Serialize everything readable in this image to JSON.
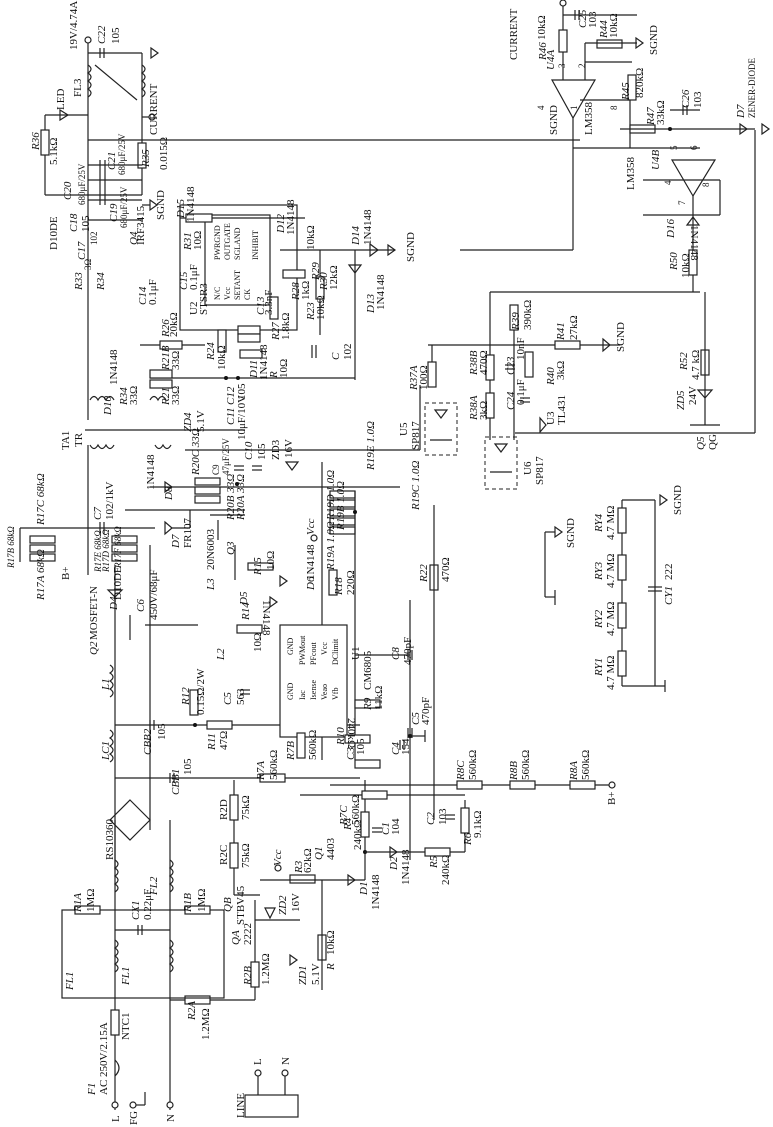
{
  "title": "Switching power supply schematic (19V/4.74A adapter)",
  "output": {
    "voltage_rating": "19V/4.74A",
    "current_node": "CURRENT",
    "current_arrow_label": "CURRENT",
    "zener_label": "ZENER-DIODE",
    "zener_ref": "D7"
  },
  "ground_labels": {
    "sgnd": "SGND"
  },
  "supply_nodes": {
    "vcc": "Vcc",
    "bplus": "B+"
  },
  "input": {
    "line_block": "LINE",
    "L": "L",
    "N": "N",
    "FG": "FG",
    "fuse_ref": "F1",
    "fuse_value": "AC 250V/2.15A",
    "ntc": "NTC1",
    "filter1": "FL1",
    "filter1_box": "FL1",
    "filter2": "FL2",
    "bridge": "RS10360",
    "cx1_ref": "CX1",
    "cx1_value": "0.22μF",
    "r1a_ref": "R1A",
    "r1a_value": "1MΩ",
    "r1b_ref": "R1B",
    "r1b_value": "1MΩ",
    "r2a_ref": "R2A",
    "r2a_value": "1.2MΩ",
    "r2b_ref": "R2B",
    "r2b_value": "1.2MΩ"
  },
  "pfc": {
    "lc1": "LC1",
    "l1": "L1",
    "l2": "L2",
    "l3": "L3",
    "cbb1_ref": "CBB1",
    "cbb1_value": "105",
    "cbb2_ref": "CBB2",
    "cbb2_value": "105",
    "r12_ref": "R12",
    "r12_value": "0.15Ω/2W",
    "r11_ref": "R11",
    "r11_value": "47Ω",
    "c5_ref": "C5",
    "c5_value": "563",
    "r14_ref": "R14",
    "r14_value": "10Ω",
    "q2_ref": "Q2",
    "q2_type": "MOSFET-N",
    "d4_ref": "D4",
    "d4_type": "D10DE",
    "c6_ref": "C6",
    "c6_value": "450V/68μF",
    "d5_ref": "D5",
    "d5_type": "1N4148"
  },
  "controller": {
    "ref": "U1",
    "part": "CM6805",
    "pins_left": [
      "GND",
      "Iac",
      "Isense",
      "Veao",
      "Vfb"
    ],
    "pins_right": [
      "GND",
      "PWMout",
      "PFcout",
      "Vcc",
      "DClimit"
    ],
    "r9_ref": "R9",
    "r9_value": "11kΩ",
    "r10_ref": "R10",
    "r10_value": "240kΩ",
    "c3_ref": "C3",
    "c3_value": "105",
    "c4_ref": "C4",
    "c4_value": "154",
    "c5b_ref": "C5",
    "c5b_value": "470pF",
    "c8_ref": "C8",
    "c8_value": "470pF",
    "r7a_ref": "R7A",
    "r7a_value": "560kΩ",
    "r7b_ref": "R7B",
    "r7b_value": "560kΩ",
    "r7c_ref": "R7C",
    "r7c_value": "560kΩ",
    "r18_ref": "R18",
    "r18_value": "220Ω",
    "r22_ref": "R22",
    "r22_value": "470Ω",
    "r15_ref": "R15",
    "r15_value": "10Ω",
    "d6_ref": "D6",
    "d6_type": "1N4148"
  },
  "startup": {
    "r2c_ref": "R2C",
    "r2c_value": "75kΩ",
    "r2d_ref": "R2D",
    "r2d_value": "75kΩ",
    "qb_ref": "QB",
    "qb_type": "STBV45",
    "qa_ref": "QA",
    "qa_type": "2222",
    "zd1_ref": "ZD1",
    "zd1_value": "5.1V",
    "zd2_ref": "ZD2",
    "zd2_value": "16V",
    "r3_ref": "R3",
    "r3_value": "62kΩ",
    "r_ref": "R",
    "r_value": "10kΩ",
    "q1_ref": "Q1",
    "q1_type": "4403",
    "r4_ref": "R4",
    "r4_value": "240kΩ",
    "c1_ref": "C1",
    "c1_value": "104",
    "d1_ref": "D1",
    "d1_type": "1N4148",
    "d2_ref": "D2",
    "d2_type": "1N4148",
    "r5_ref": "R5",
    "r5_value": "240kΩ",
    "c2_ref": "C2",
    "c2_value": "103",
    "r6_ref": "R6",
    "r6_value": "9.1kΩ",
    "r8a_ref": "R8A",
    "r8a_value": "560kΩ",
    "r8b_ref": "R8B",
    "r8b_value": "560kΩ",
    "r8c_ref": "R8C",
    "r8c_value": "560kΩ"
  },
  "forward": {
    "transformer": "TA1",
    "transformer_type": "TR",
    "c7_ref": "C7",
    "c7_value": "102/1kV",
    "d7_ref": "D7",
    "d7_type": "FR107",
    "r17_labels": [
      "R17A 68kΩ",
      "R17B 68kΩ",
      "R17C 68kΩ",
      "R17D 68kΩ",
      "R17E 68kΩ",
      "R17F 68kΩ"
    ],
    "q3_ref": "Q3",
    "q3_type": "20N6003",
    "d8_ref": "D8",
    "d8_type": "1N4148",
    "r20_labels": [
      "R20C 33Ω",
      "R20B 33Ω",
      "R20A 33Ω"
    ],
    "c9_ref": "C9",
    "c9_value": "47μF/25V",
    "c10_ref": "C10",
    "c10_value": "105",
    "c11_ref": "C11",
    "c11_value": "10μF/10V",
    "zd3_ref": "ZD3",
    "zd3_value": "16V",
    "zd4_ref": "ZD4",
    "zd4_value": "5.1V",
    "r19_labels": [
      "R19A 1.0Ω",
      "R19B 1.0Ω",
      "R19C 1.0Ω",
      "R19D 1.0Ω",
      "R19E 1.0Ω"
    ]
  },
  "secondary": {
    "d9_ref": "D9",
    "d9_type": "D10DE",
    "c17_ref": "C17",
    "c17_value": "102",
    "c18_ref": "C18",
    "c18_value": "105",
    "c19_ref": "C19",
    "c19_value": "680μF/25V",
    "c20_ref": "C20",
    "c20_value": "680μF/25V",
    "c21_ref": "C21",
    "c21_value": "680μF/25V",
    "c22_ref": "C22",
    "c22_value": "105",
    "fl3": "FL3",
    "r35_ref": "R35",
    "r35_value": "0.015Ω",
    "r36_ref": "R36",
    "r36_value": "5.1kΩ",
    "led": "LED",
    "q4_ref": "Q4",
    "q4_type": "IRF3415",
    "r33_ref": "R33",
    "r33_value": "3Ω",
    "r34_ref": "R34",
    "r34_value": "33Ω",
    "d15_ref": "D15",
    "d15_type": "1N4148"
  },
  "sync_rect": {
    "u2_ref": "U2",
    "u2_part": "STSR3",
    "pins_left": [
      "N/C",
      "Vcc",
      "SETANT",
      "CK"
    ],
    "pins_right": [
      "PWRGND",
      "OUTGATE",
      "SGLAND",
      "INHIBIT"
    ],
    "c14_ref": "C14",
    "c14_value": "0.1μF",
    "c15_ref": "C15",
    "c15_value": "0.1μF",
    "r31_ref": "R31",
    "r31_value": "10Ω",
    "r26_ref": "R26",
    "r26_value": "20kΩ",
    "r21b_ref": "R21B",
    "r21b_value": "33Ω",
    "r21_ref": "R21",
    "r21_value": "33Ω",
    "r24_ref": "R24",
    "r24_value": "10kΩ",
    "c12_ref": "C12",
    "c12_value": "105",
    "c13_ref": "C13",
    "c13_value": "3.3nF",
    "r28_ref": "R28",
    "r28_value": "1kΩ",
    "r29_ref": "R29",
    "r29_value": "10kΩ",
    "r30_ref": "R30",
    "r30_value": "12kΩ",
    "r23_ref": "R23",
    "r23_value": "10kΩ",
    "r27_ref": "R27",
    "r27_value": "1.8kΩ",
    "r_ref": "R",
    "r_value": "10Ω",
    "c_ref": "C",
    "c_value": "102",
    "d10_ref": "D10",
    "d10_type": "1N4148",
    "d11_ref": "D11",
    "d11_type": "1N4148",
    "d12_ref": "D12",
    "d12_type": "1N4148",
    "d13_ref": "D13",
    "d13_type": "1N4148",
    "d14_ref": "D14",
    "d14_type": "1N4148"
  },
  "feedback": {
    "u4a_ref": "U4A",
    "u4a_part": "LM358",
    "u4b_ref": "U4B",
    "u4b_part": "LM358",
    "pins": {
      "u4a_plus": "3",
      "u4a_minus": "2",
      "u4a_out": "1",
      "u4a_gnd": "4",
      "u4a_vcc": "8",
      "u4b_plus": "5",
      "u4b_minus": "6",
      "u4b_out": "7",
      "u4b_gnd": "4",
      "u4b_vcc": "8"
    },
    "r46_ref": "R46",
    "r46_value": "10kΩ",
    "c25_ref": "C25",
    "c25_value": "103",
    "r44_ref": "R44",
    "r44_value": "10kΩ",
    "r45_ref": "R45",
    "r45_value": "820kΩ",
    "r47_ref": "R47",
    "r47_value": "33kΩ",
    "c26_ref": "C26",
    "c26_value": "103",
    "d16_ref": "D16",
    "d16_type": "1N4148",
    "r50_ref": "R50",
    "r50_value": "10kΩ",
    "r39_ref": "R39",
    "r39_value": "390kΩ",
    "r41_ref": "R41",
    "r41_value": "27kΩ",
    "r40_ref": "R40",
    "r40_value": "3kΩ",
    "c23_ref": "C23",
    "c23_value": "10nF",
    "c24_ref": "C24",
    "c24_value": "0.1μF",
    "r38b_ref": "R38B",
    "r38b_value": "470Ω",
    "r38a_ref": "R38A",
    "r38a_value": "3kΩ",
    "r37a_ref": "R37A",
    "r37a_value": "100Ω",
    "u3_ref": "U3",
    "u3_part": "TL431",
    "u5_ref": "U5",
    "u5_part": "SP817",
    "u6_ref": "U6",
    "u6_part": "SP817",
    "r52_ref": "R52",
    "r52_value": "4.7 kΩ",
    "zd5_ref": "ZD5",
    "zd5_value": "24V",
    "q5_ref": "Q5",
    "q5_type": "QG"
  },
  "y_cap": {
    "rs": [
      {
        "ref": "RY1",
        "value": "4.7 MΩ"
      },
      {
        "ref": "RY2",
        "value": "4.7 MΩ"
      },
      {
        "ref": "RY3",
        "value": "4.7 MΩ"
      },
      {
        "ref": "RY4",
        "value": "4.7 MΩ"
      }
    ],
    "cy1_ref": "CY1",
    "cy1_value": "222"
  }
}
